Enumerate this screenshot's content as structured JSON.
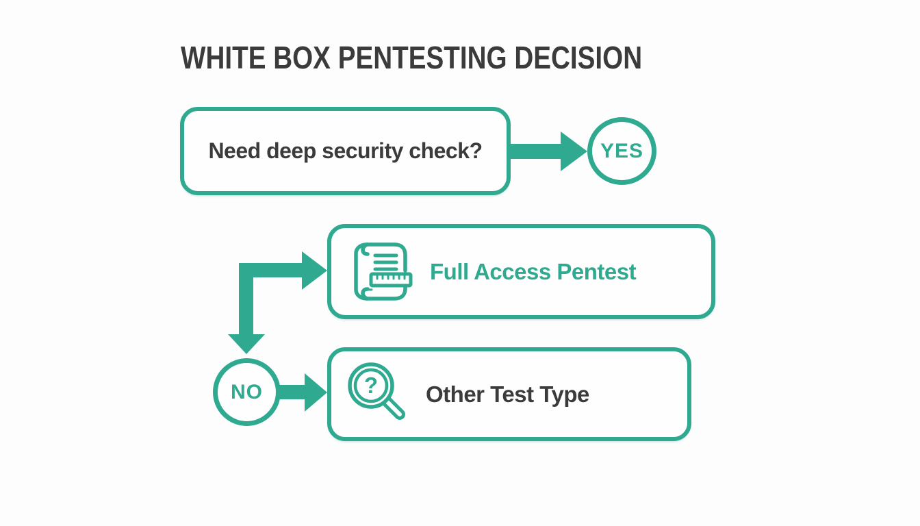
{
  "title": "WHITE BOX PENTESTING DECISION",
  "colors": {
    "teal_accent": "#2faa90",
    "dark_text": "#3b3b3b",
    "background": "#fdfdfd",
    "node_fill": "#fefefe"
  },
  "flowchart": {
    "question": {
      "label": "Need deep security check?"
    },
    "yes_node": {
      "label": "YES"
    },
    "no_node": {
      "label": "NO"
    },
    "outcomes": [
      {
        "label": "Full Access Pentest",
        "icon": "scroll-ruler-icon",
        "label_color": "#2faa90"
      },
      {
        "label": "Other Test Type",
        "icon": "magnifier-question-icon",
        "label_color": "#3b3b3b"
      }
    ],
    "icon_glyphs": {
      "question_mark": "?"
    }
  }
}
